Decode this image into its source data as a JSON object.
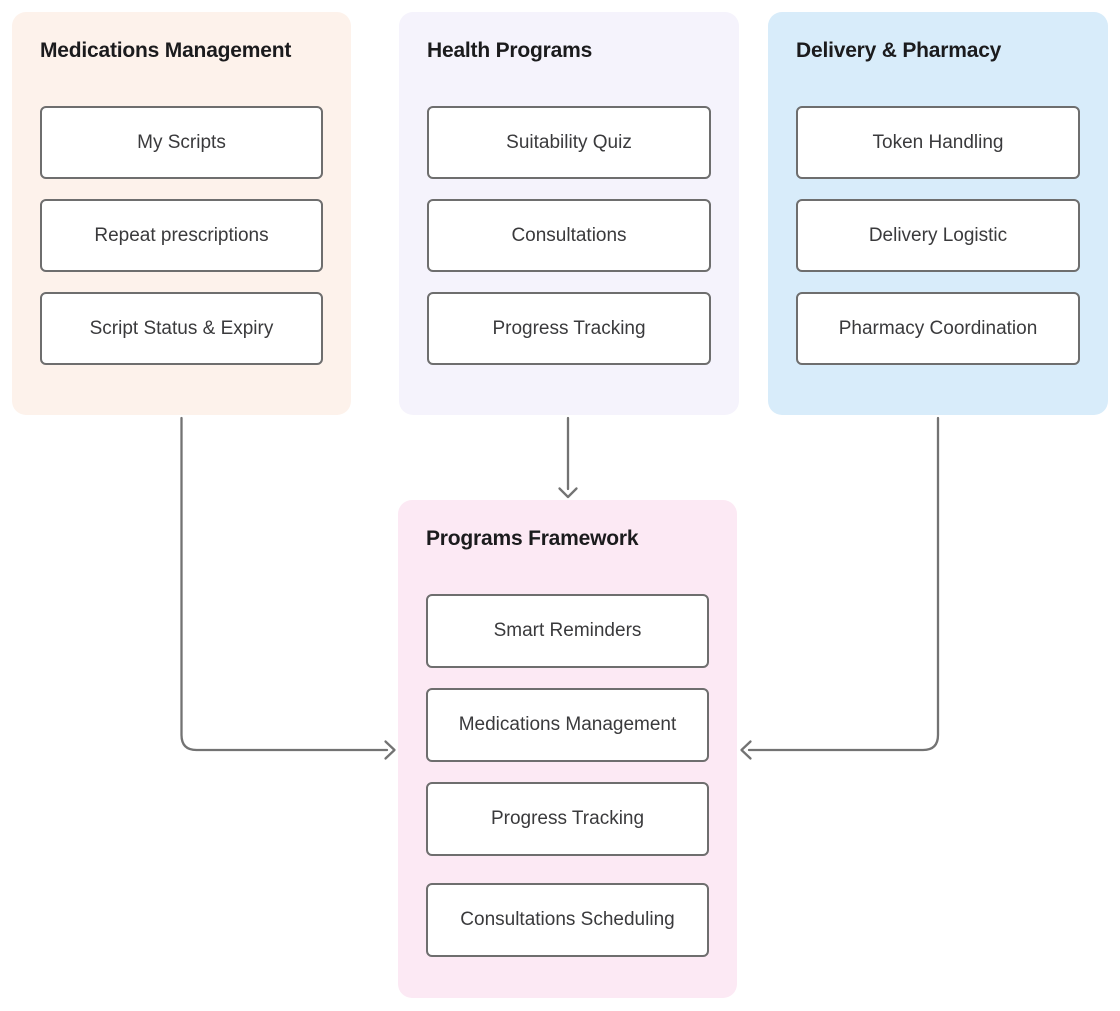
{
  "colors": {
    "arrow": "#737373",
    "node_border": "#6e6e6e",
    "node_bg": "#ffffff",
    "title_text": "#1b1b1d",
    "node_text": "#3a3a3c"
  },
  "panels": [
    {
      "id": "medications-management",
      "title": "Medications Management",
      "bg": "#fdf2eb",
      "items": [
        "My Scripts",
        "Repeat prescriptions",
        "Script Status & Expiry"
      ]
    },
    {
      "id": "health-programs",
      "title": "Health Programs",
      "bg": "#f5f3fc",
      "items": [
        "Suitability Quiz",
        "Consultations",
        "Progress Tracking"
      ]
    },
    {
      "id": "delivery-pharmacy",
      "title": "Delivery & Pharmacy",
      "bg": "#d8ecfa",
      "items": [
        "Token Handling",
        "Delivery Logistic",
        "Pharmacy Coordination"
      ]
    },
    {
      "id": "programs-framework",
      "title": "Programs Framework",
      "bg": "#fce9f4",
      "items": [
        "Smart Reminders",
        "Medications Management",
        "Progress Tracking",
        "Consultations Scheduling"
      ]
    }
  ],
  "edges": [
    {
      "from": "medications-management",
      "to": "programs-framework"
    },
    {
      "from": "health-programs",
      "to": "programs-framework"
    },
    {
      "from": "delivery-pharmacy",
      "to": "programs-framework"
    }
  ]
}
